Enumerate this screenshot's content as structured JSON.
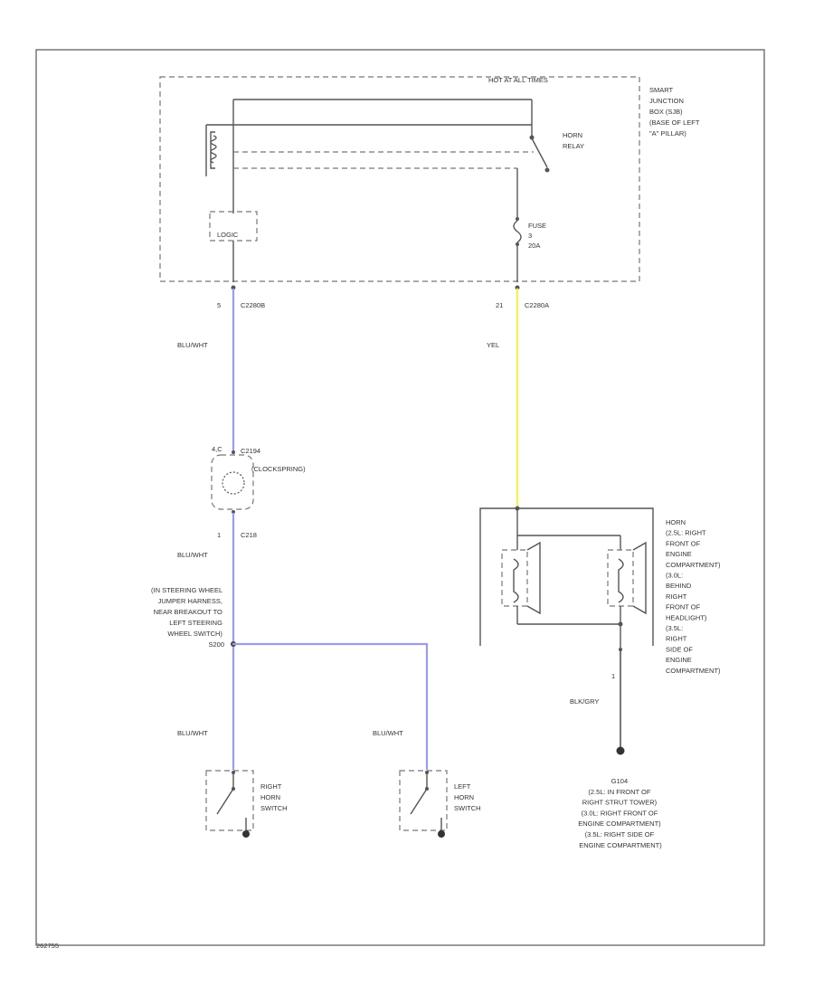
{
  "diagram": {
    "code": "262755",
    "sjb": {
      "hot_label": "HOT AT ALL TIMES",
      "title_lines": [
        "SMART",
        "JUNCTION",
        "BOX (SJB)",
        "(BASE OF LEFT",
        "\"A\" PILLAR)"
      ],
      "relay_label_lines": [
        "HORN",
        "RELAY"
      ],
      "fuse_label_lines": [
        "FUSE",
        "3",
        "20A"
      ],
      "module_label": "LOGIC"
    },
    "connectors": {
      "c2280b_pin": "5",
      "c2280b_name": "C2280B",
      "c2280a_pin": "21",
      "c2280a_name": "C2280A",
      "c2194_pin": "4,C",
      "c2194_name": "C2194",
      "c218_pin": "1",
      "c218_name": "C218"
    },
    "clockspring_label": "(CLOCKSPRING)",
    "wire_colors": {
      "left_main": "BLU/WHT",
      "horn_feed": "YEL",
      "left_lower": "BLU/WHT",
      "right_horn_switch": "BLU/WHT",
      "left_horn_switch": "BLU/WHT",
      "horn_ground": "BLK/GRY"
    },
    "splice_label_lines": [
      "(IN STEERING WHEEL",
      "JUMPER HARNESS,",
      "NEAR BREAKOUT TO",
      "LEFT STEERING",
      "WHEEL SWITCH)",
      "S200"
    ],
    "horn_label_lines": [
      "HORN",
      "(2.5L: RIGHT",
      "FRONT OF",
      "ENGINE",
      "COMPARTMENT)",
      "(3.0L:",
      "BEHIND",
      "RIGHT",
      "FRONT OF",
      "HEADLIGHT)",
      "(3.5L:",
      "RIGHT",
      "SIDE OF",
      "ENGINE",
      "COMPARTMENT)"
    ],
    "horn_ground_pin": "1",
    "ground_label_lines": [
      "G104",
      "(2.5L: IN FRONT OF",
      "RIGHT STRUT TOWER)",
      "(3.0L: RIGHT FRONT OF",
      "ENGINE COMPARTMENT)",
      "(3.5L: RIGHT SIDE OF",
      "ENGINE COMPARTMENT)"
    ],
    "right_switch_label_lines": [
      "RIGHT",
      "HORN",
      "SWITCH"
    ],
    "left_switch_label_lines": [
      "LEFT",
      "HORN",
      "SWITCH"
    ],
    "colors": {
      "blue_wire": "#9a9cf0",
      "yellow_wire": "#f2f25a",
      "black_wire": "#555555"
    }
  }
}
